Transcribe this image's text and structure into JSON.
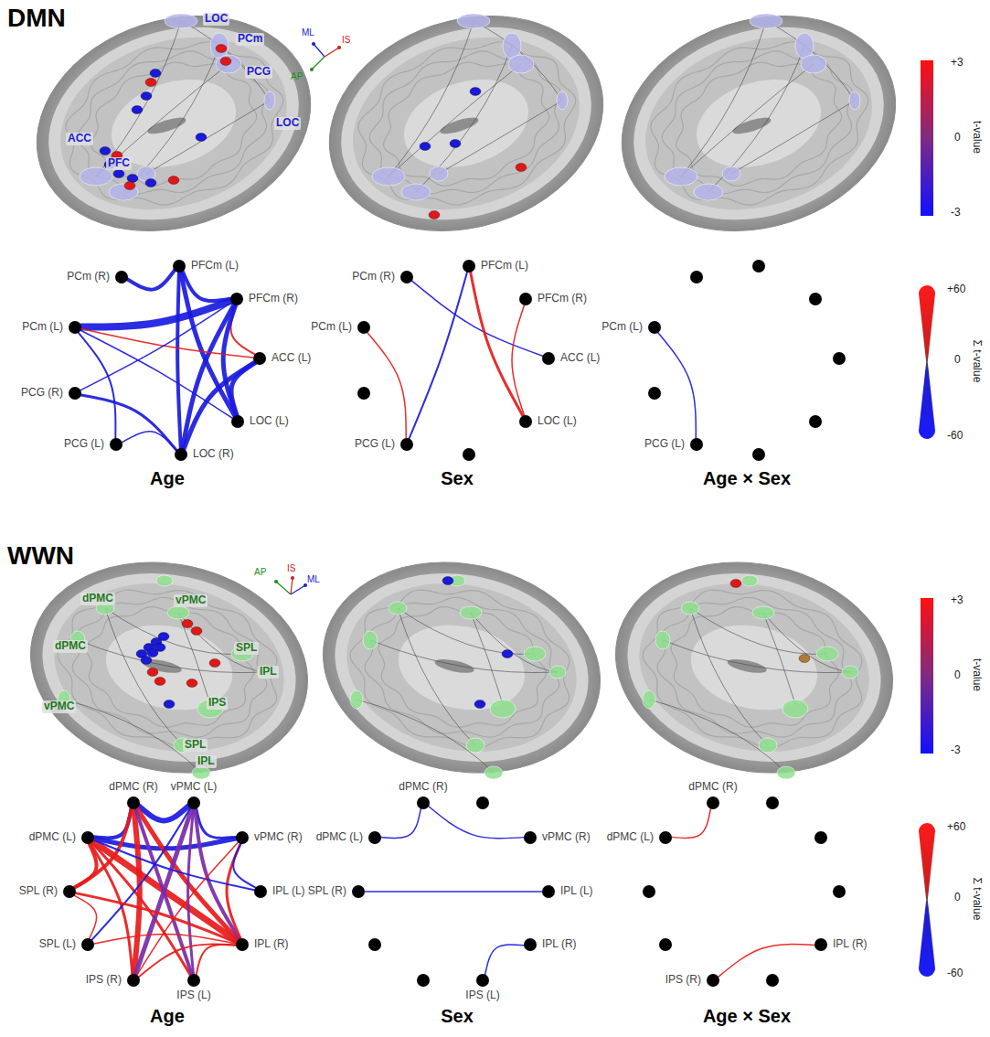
{
  "diagram": {
    "nodes": [
      {
        "text": [
          "PCm (R)"
        ]
      },
      {
        "text": [
          "PFCm (L)"
        ]
      },
      {
        "text": [
          "PFCm (R)"
        ]
      },
      {
        "text": [
          "ACC (L)"
        ]
      },
      {
        "text": [
          "LOC (L)"
        ]
      },
      {
        "text": [
          "LOC (R)"
        ]
      },
      {
        "text": [
          "PCG (L)"
        ]
      },
      {
        "text": [
          "PCG (R)"
        ]
      },
      {
        "text": [
          "PCm (L)"
        ]
      },
      {
        "text": [
          "PCm (R)"
        ]
      },
      {
        "text": [
          "PFCm (L)"
        ]
      },
      {
        "text": [
          "PFCm (R)"
        ]
      },
      {
        "text": [
          "ACC (L)"
        ]
      },
      {
        "text": [
          "LOC (L)"
        ]
      },
      {
        "text": [
          "PCG (L)"
        ]
      },
      {
        "text": [
          "PCm (L)"
        ]
      },
      {
        "text": [
          "PCm (L)"
        ]
      },
      {
        "text": [
          "PCG (L)"
        ]
      },
      {
        "text": [
          "dPMC (R)"
        ]
      },
      {
        "text": [
          "vPMC (L)"
        ]
      },
      {
        "text": [
          "dPMC (L)"
        ]
      },
      {
        "text": [
          "vPMC (R)"
        ]
      },
      {
        "text": [
          "SPL (R)"
        ]
      },
      {
        "text": [
          "IPL (L)"
        ]
      },
      {
        "text": [
          "SPL (L)"
        ]
      },
      {
        "text": [
          "IPL (R)"
        ]
      },
      {
        "text": [
          "IPS (R)"
        ]
      },
      {
        "text": [
          "IPS (L)"
        ]
      },
      {
        "text": [
          "dPMC (R)"
        ]
      },
      {
        "text": [
          "dPMC (L)"
        ]
      },
      {
        "text": [
          "vPMC (R)"
        ]
      },
      {
        "text": [
          "SPL (R)"
        ]
      },
      {
        "text": [
          "IPL (L)"
        ]
      },
      {
        "text": [
          "IPL (R)"
        ]
      },
      {
        "text": [
          "IPS (L)"
        ]
      },
      {
        "text": [
          "dPMC (R)"
        ]
      },
      {
        "text": [
          "dPMC (L)"
        ]
      },
      {
        "text": [
          "IPL (R)"
        ]
      },
      {
        "text": [
          "IPS (R)"
        ]
      }
    ],
    "edges": [
      {
        "from": 0,
        "to": 1,
        "arrow": "none"
      },
      {
        "from": 8,
        "to": 2,
        "arrow": "none"
      },
      {
        "from": 1,
        "to": 2,
        "arrow": "none"
      },
      {
        "from": 1,
        "to": 4,
        "arrow": "none"
      },
      {
        "from": 1,
        "to": 5,
        "arrow": "none"
      },
      {
        "from": 2,
        "to": 3,
        "arrow": "none"
      },
      {
        "from": 2,
        "to": 4,
        "arrow": "none"
      },
      {
        "from": 2,
        "to": 5,
        "arrow": "none"
      },
      {
        "from": 3,
        "to": 4,
        "arrow": "none"
      },
      {
        "from": 3,
        "to": 5,
        "arrow": "none"
      },
      {
        "from": 8,
        "to": 3,
        "arrow": "none"
      },
      {
        "from": 8,
        "to": 4,
        "arrow": "none"
      },
      {
        "from": 8,
        "to": 6,
        "arrow": "none"
      },
      {
        "from": 7,
        "to": 2,
        "arrow": "none"
      },
      {
        "from": 7,
        "to": 5,
        "arrow": "none"
      },
      {
        "from": 6,
        "to": 5,
        "arrow": "none"
      },
      {
        "from": 9,
        "to": 12,
        "arrow": "none"
      },
      {
        "from": 10,
        "to": 14,
        "arrow": "none"
      },
      {
        "from": 10,
        "to": 13,
        "arrow": "none"
      },
      {
        "from": 11,
        "to": 13,
        "arrow": "none"
      },
      {
        "from": 15,
        "to": 14,
        "arrow": "none"
      },
      {
        "from": 16,
        "to": 17,
        "arrow": "none"
      },
      {
        "from": 18,
        "to": 19,
        "arrow": "none"
      },
      {
        "from": 18,
        "to": 20,
        "arrow": "none"
      },
      {
        "from": 20,
        "to": 21,
        "arrow": "none"
      },
      {
        "from": 19,
        "to": 21,
        "arrow": "none"
      },
      {
        "from": 18,
        "to": 22,
        "arrow": "none"
      },
      {
        "from": 20,
        "to": 22,
        "arrow": "none"
      },
      {
        "from": 20,
        "to": 25,
        "arrow": "none"
      },
      {
        "from": 20,
        "to": 26,
        "arrow": "none"
      },
      {
        "from": 20,
        "to": 27,
        "arrow": "none"
      },
      {
        "from": 18,
        "to": 25,
        "arrow": "none"
      },
      {
        "from": 18,
        "to": 26,
        "arrow": "none"
      },
      {
        "from": 18,
        "to": 27,
        "arrow": "none"
      },
      {
        "from": 19,
        "to": 26,
        "arrow": "none"
      },
      {
        "from": 19,
        "to": 24,
        "arrow": "none"
      },
      {
        "from": 19,
        "to": 25,
        "arrow": "none"
      },
      {
        "from": 19,
        "to": 27,
        "arrow": "none"
      },
      {
        "from": 21,
        "to": 25,
        "arrow": "none"
      },
      {
        "from": 21,
        "to": 23,
        "arrow": "none"
      },
      {
        "from": 22,
        "to": 25,
        "arrow": "none"
      },
      {
        "from": 24,
        "to": 25,
        "arrow": "none"
      },
      {
        "from": 22,
        "to": 24,
        "arrow": "none"
      },
      {
        "from": 26,
        "to": 25,
        "arrow": "none"
      },
      {
        "from": 27,
        "to": 25,
        "arrow": "none"
      },
      {
        "from": 20,
        "to": 23,
        "arrow": "none"
      },
      {
        "from": 21,
        "to": 26,
        "arrow": "none"
      },
      {
        "from": 28,
        "to": 29,
        "arrow": "none"
      },
      {
        "from": 28,
        "to": 30,
        "arrow": "none"
      },
      {
        "from": 31,
        "to": 32,
        "arrow": "none"
      },
      {
        "from": 33,
        "to": 34,
        "arrow": "none"
      },
      {
        "from": 35,
        "to": 36,
        "arrow": "none"
      },
      {
        "from": 37,
        "to": 38,
        "arrow": "none"
      }
    ],
    "labels": [
      "DMN",
      "LOC",
      "PCm",
      "PCG",
      "LOC",
      "ACC",
      "PFC",
      "ML",
      "IS",
      "AP",
      "+3",
      "0",
      "-3",
      "t-value",
      "+60",
      "0",
      "-60",
      "Σ t-value",
      "Age",
      "Sex",
      "Age × Sex",
      "WWN",
      "dPMC",
      "vPMC",
      "dPMC",
      "vPMC",
      "SPL",
      "IPL",
      "IPS",
      "SPL",
      "IPL",
      "AP",
      "IS",
      "ML",
      "+3",
      "0",
      "-3",
      "t-value",
      "+60",
      "0",
      "-60",
      "Σ t-value",
      "Age",
      "Sex",
      "Age × Sex"
    ]
  }
}
